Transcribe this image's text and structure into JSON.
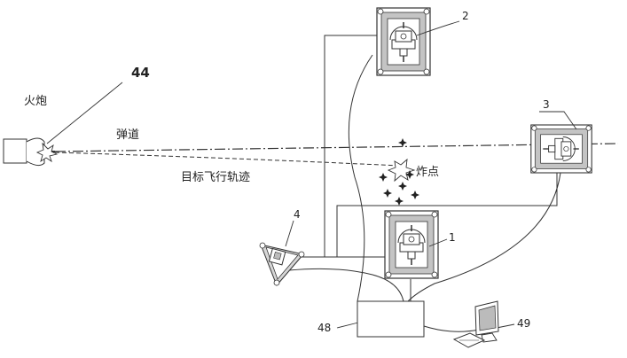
{
  "labels": {
    "cannon": "火炮",
    "trajectory": "弹道",
    "target_path": "目标飞行轨迹",
    "burst_point": "炸点",
    "num_44": "44",
    "num_2": "2",
    "num_3": "3",
    "num_4": "4",
    "num_1": "1",
    "num_48": "48",
    "num_49": "49"
  },
  "icons": {
    "cannon": "cannon-icon",
    "muzzle_flash": "muzzle-flash-icon",
    "burst": "burst-icon",
    "camera": "camera-station-icon",
    "tripod": "tripod-station-icon",
    "computer": "computer-icon",
    "spark": "spark-icon"
  },
  "colors": {
    "line": "#333333",
    "fill_gray": "#bdbdbd",
    "background": "#ffffff"
  }
}
